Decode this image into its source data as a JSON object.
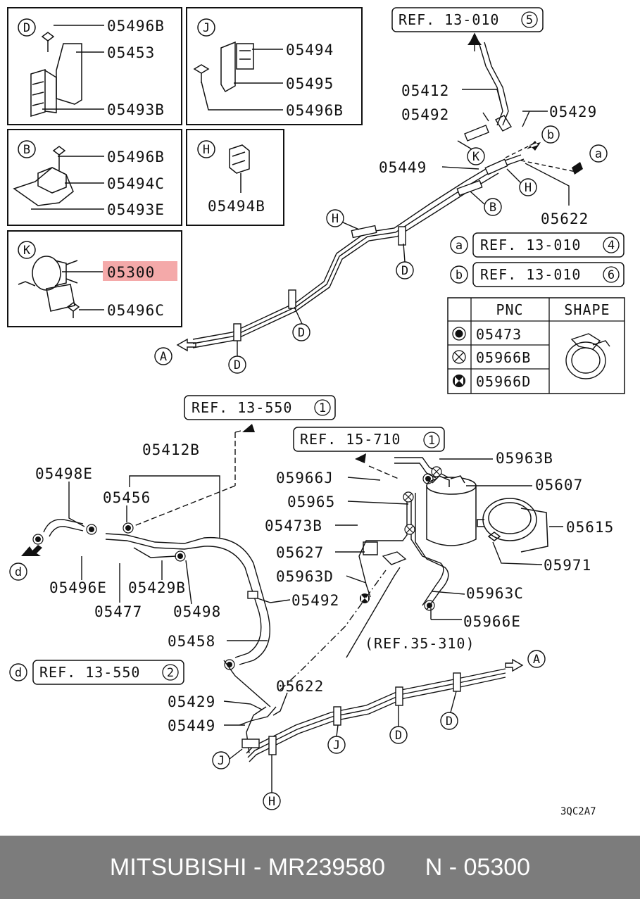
{
  "boxes": {
    "D": {
      "letter": "D",
      "parts": [
        "05496B",
        "05453",
        "05493B"
      ]
    },
    "J": {
      "letter": "J",
      "parts": [
        "05494",
        "05495",
        "05496B"
      ]
    },
    "B": {
      "letter": "B",
      "parts": [
        "05496B",
        "05494C",
        "05493E"
      ]
    },
    "H": {
      "letter": "H",
      "parts": [
        "05494B"
      ]
    },
    "K": {
      "letter": "K",
      "parts": [
        "05300",
        "05496C"
      ]
    }
  },
  "highlight_color": "#f4a9a9",
  "refs": {
    "ref5": {
      "text": "REF. 13-010",
      "num": "5"
    },
    "refa": {
      "letter": "a",
      "text": "REF. 13-010",
      "num": "4"
    },
    "refb": {
      "letter": "b",
      "text": "REF. 13-010",
      "num": "6"
    },
    "ref550_1": {
      "text": "REF. 13-550",
      "num": "1"
    },
    "ref710": {
      "text": "REF. 15-710",
      "num": "1"
    },
    "ref550_2": {
      "letter": "d",
      "text": "REF. 13-550",
      "num": "2"
    },
    "ref35": {
      "text": "(REF.35-310)"
    }
  },
  "shape_table": {
    "headers": [
      "PNC",
      "SHAPE"
    ],
    "rows": [
      "05473",
      "05966B",
      "05966D"
    ]
  },
  "upper_labels": {
    "p05412": "05412",
    "p05492": "05492",
    "p05429": "05429",
    "p05449": "05449",
    "p05622": "05622",
    "cK": "K",
    "cB": "B",
    "cH1": "H",
    "cH2": "H",
    "cD1": "D",
    "cD2": "D",
    "cD3": "D",
    "cA": "A",
    "cb": "b",
    "ca": "a"
  },
  "lower_labels": {
    "p05412B": "05412B",
    "p05498E": "05498E",
    "p05456": "05456",
    "p05496E": "05496E",
    "p05477": "05477",
    "p05429B": "05429B",
    "p05498": "05498",
    "p05492": "05492",
    "p05458": "05458",
    "p05622": "05622",
    "p05429": "05429",
    "p05449": "05449",
    "p05966J": "05966J",
    "p05965": "05965",
    "p05473B": "05473B",
    "p05627": "05627",
    "p05963D": "05963D",
    "p05963B": "05963B",
    "p05607": "05607",
    "p05615": "05615",
    "p05971": "05971",
    "p05963C": "05963C",
    "p05966E": "05966E",
    "cd": "d",
    "cJ1": "J",
    "cJ2": "J",
    "cH": "H",
    "cD1": "D",
    "cD2": "D",
    "cA": "A"
  },
  "figure_code": "3QC2A7",
  "footer": {
    "brand": "MITSUBISHI",
    "part_number": "MR239580",
    "ref": "N - 05300"
  }
}
